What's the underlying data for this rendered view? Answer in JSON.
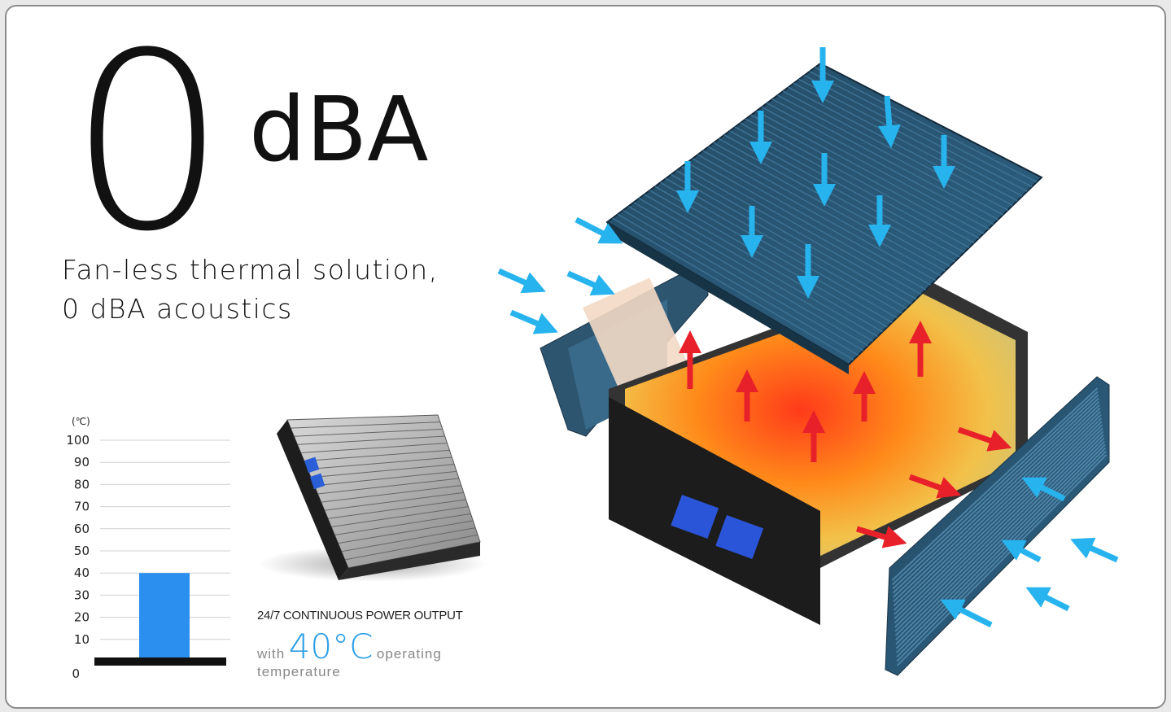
{
  "hero": {
    "number": "0",
    "unit": "dBA"
  },
  "headline": {
    "line1": "Fan-less thermal solution,",
    "line2": "0 dBA acoustics"
  },
  "caption": {
    "line1": "24/7 CONTINUOUS POWER OUTPUT",
    "with": "with",
    "temp": "40",
    "deg": "°C",
    "operating": "operating",
    "line3": "temperature"
  },
  "colors": {
    "bar": "#2b8ff0",
    "cool_arrow": "#27b3ee",
    "hot_arrow": "#e8202a",
    "heatsink": "#2d5570"
  },
  "chart_data": {
    "type": "bar",
    "unit_label": "(℃)",
    "yticks": [
      100,
      90,
      80,
      70,
      60,
      50,
      40,
      30,
      20,
      10,
      0
    ],
    "ylim": [
      0,
      100
    ],
    "categories": [
      ""
    ],
    "values": [
      40
    ],
    "grid": true
  }
}
